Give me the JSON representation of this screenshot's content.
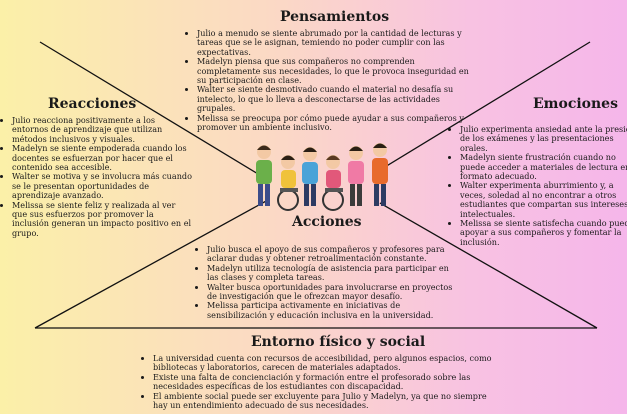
{
  "colors": {
    "bg_left": "#fbf0a8",
    "bg_right": "#f5b6ea",
    "lines": "#111111"
  },
  "sections": {
    "pensamientos": {
      "title": "Pensamientos",
      "items": [
        "Julio a menudo se siente abrumado por la cantidad de lecturas y tareas que se le asignan, temiendo no poder cumplir con las expectativas.",
        "Madelyn piensa que sus compañeros no comprenden completamente sus necesidades, lo que le provoca inseguridad en su participación en clase.",
        "Walter se siente desmotivado cuando el material no desafía su intelecto, lo que lo lleva a desconectarse de las actividades grupales.",
        "Melissa se preocupa por cómo puede ayudar a sus compañeros y promover un ambiente inclusivo."
      ]
    },
    "reacciones": {
      "title": "Reacciones",
      "items": [
        "Julio reacciona positivamente a los entornos de aprendizaje que utilizan métodos inclusivos y visuales.",
        "Madelyn se siente empoderada cuando los docentes se esfuerzan por hacer que el contenido sea accesible.",
        "Walter se motiva y se involucra más cuando se le presentan oportunidades de aprendizaje avanzado.",
        "Melissa se siente feliz y realizada al ver que sus esfuerzos por promover la inclusión generan un impacto positivo en el grupo."
      ]
    },
    "emociones": {
      "title": "Emociones",
      "items": [
        "Julio experimenta ansiedad ante la presión de los exámenes y las presentaciones orales.",
        "Madelyn siente frustración cuando no puede acceder a materiales de lectura en formato adecuado.",
        "Walter experimenta aburrimiento y, a veces, soledad al no encontrar a otros estudiantes que compartan sus intereses intelectuales.",
        "Melissa se siente satisfecha cuando puede apoyar a sus compañeros y fomentar la inclusión."
      ]
    },
    "acciones": {
      "title": "Acciones",
      "items": [
        "Julio busca el apoyo de sus compañeros y profesores para aclarar dudas y obtener retroalimentación constante.",
        "Madelyn utiliza tecnología de asistencia para participar en las clases y completa tareas.",
        "Walter busca oportunidades para involucrarse en proyectos de investigación que le ofrezcan mayor desafío.",
        "Melissa participa activamente en iniciativas de sensibilización y educación inclusiva en la universidad."
      ]
    },
    "entorno": {
      "title": "Entorno físico y social",
      "items": [
        "La universidad cuenta con recursos de accesibilidad, pero algunos espacios, como bibliotecas y laboratorios, carecen de materiales adaptados.",
        "Existe una falta de concienciación y formación entre el profesorado sobre las necesidades específicas de los estudiantes con discapacidad.",
        "El ambiente social puede ser excluyente para Julio y Madelyn, ya que no siempre hay un entendimiento adecuado de sus necesidades."
      ]
    }
  },
  "illustration": {
    "icon": "group-of-students-illustration"
  }
}
